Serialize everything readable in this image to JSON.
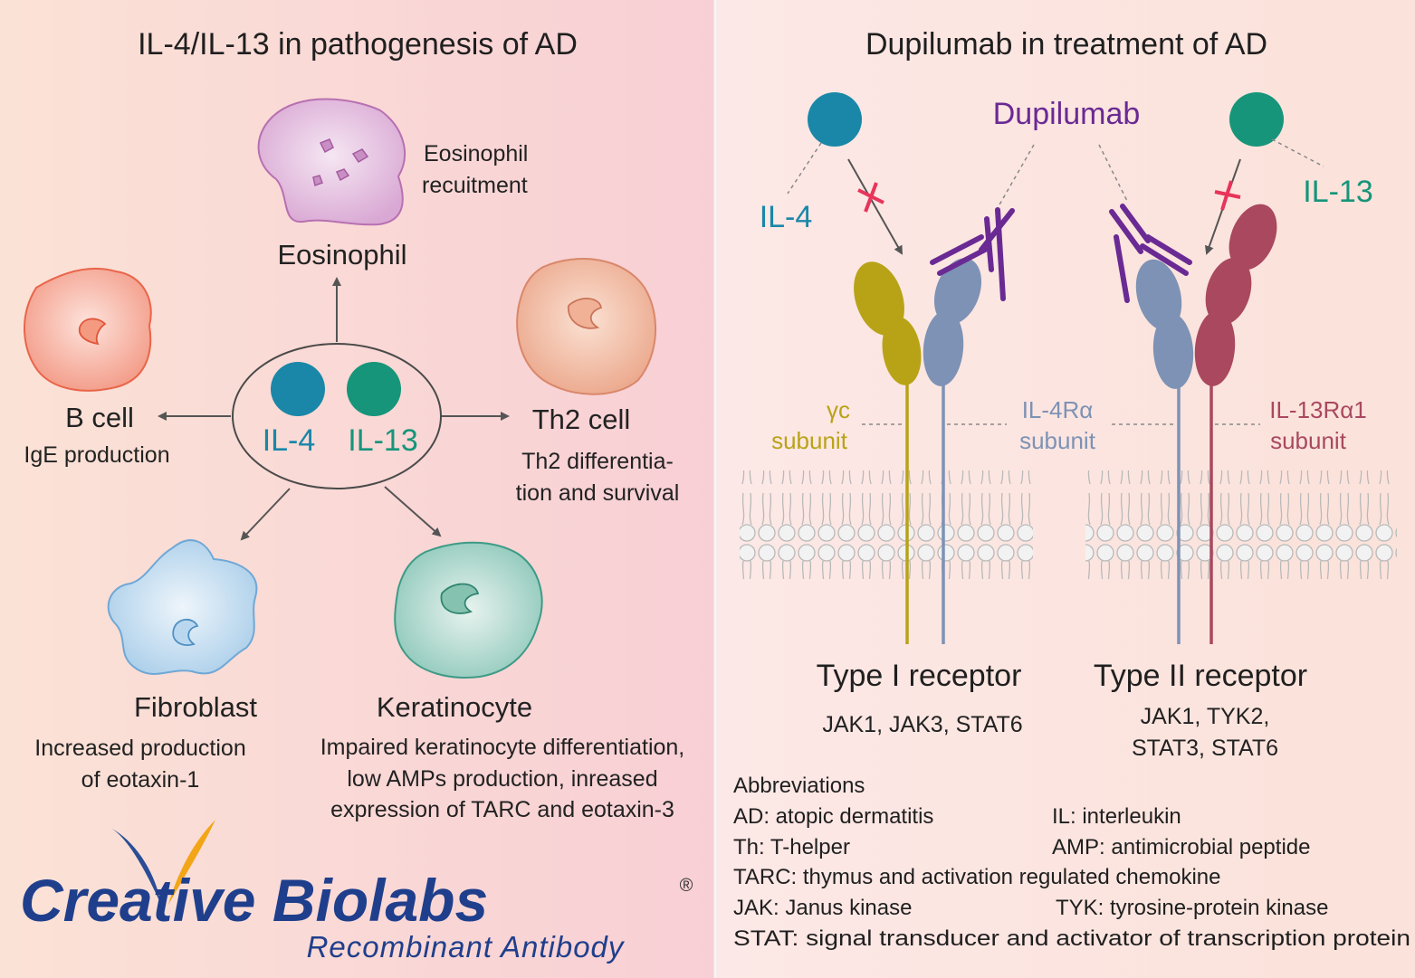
{
  "colors": {
    "il4": "#1a87a8",
    "il13": "#16957a",
    "dupilumab": "#6a2a93",
    "gamma_c": "#b8a317",
    "il4ra": "#7d92b5",
    "il13ra1": "#a9485f",
    "block_mark": "#e8345a"
  },
  "left": {
    "title": "IL-4/IL-13 in pathogenesis of AD",
    "center": {
      "il4": "IL-4",
      "il13": "IL-13"
    },
    "eosinophil": {
      "name": "Eosinophil",
      "desc": [
        "Eosinophil",
        "recuitment"
      ]
    },
    "bcell": {
      "name": "B cell",
      "desc": "IgE production"
    },
    "th2": {
      "name": "Th2 cell",
      "desc": [
        "Th2 differentia-",
        "tion and survival"
      ]
    },
    "fibroblast": {
      "name": "Fibroblast",
      "desc": [
        "Increased production",
        "of eotaxin-1"
      ]
    },
    "keratinocyte": {
      "name": "Keratinocyte",
      "desc": [
        "Impaired keratinocyte differentiation,",
        "low AMPs production, inreased",
        "expression of TARC and eotaxin-3"
      ]
    }
  },
  "logo": {
    "brand": "Creative Biolabs",
    "registered": "®",
    "tagline": "Recombinant Antibody"
  },
  "right": {
    "title": "Dupilumab in treatment of AD",
    "il4": "IL-4",
    "il13": "IL-13",
    "drug": "Dupilumab",
    "subunits": {
      "gamma_c": [
        "γc",
        "subunit"
      ],
      "il4ra": [
        "IL-4Rα",
        "subunit"
      ],
      "il13ra1": [
        "IL-13Rα1",
        "subunit"
      ]
    },
    "type1": {
      "title": "Type I receptor",
      "desc": [
        "JAK1, JAK3, STAT6"
      ]
    },
    "type2": {
      "title": "Type II receptor",
      "desc": [
        "JAK1, TYK2,",
        "STAT3, STAT6"
      ]
    }
  },
  "abbreviations": {
    "heading": "Abbreviations",
    "rows": [
      [
        "AD: atopic dermatitis",
        "IL: interleukin"
      ],
      [
        "Th: T-helper",
        "AMP: antimicrobial peptide"
      ],
      [
        "TARC: thymus and activation regulated chemokine",
        ""
      ],
      [
        "JAK: Janus kinase",
        "TYK: tyrosine-protein kinase"
      ],
      [
        "STAT: signal transducer and activator of transcription protein",
        ""
      ]
    ]
  }
}
